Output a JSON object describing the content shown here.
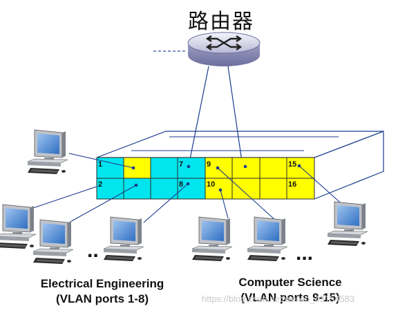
{
  "router": {
    "label": "路由器"
  },
  "switch": {
    "ports": [
      {
        "num": "1",
        "shown": true
      },
      {
        "num": "7",
        "shown": true
      },
      {
        "num": "9",
        "shown": true
      },
      {
        "num": "15",
        "shown": true
      },
      {
        "num": "2",
        "shown": true
      },
      {
        "num": "8",
        "shown": true
      },
      {
        "num": "10",
        "shown": true
      },
      {
        "num": "16",
        "shown": true
      }
    ]
  },
  "groups": {
    "ee": {
      "line1": "Electrical Engineering",
      "line2": "(VLAN ports 1-8)",
      "color": "#00e5ee"
    },
    "cs": {
      "line1": "Computer Science",
      "line2": "(VLAN ports 9-15)",
      "color": "#ffff00"
    }
  },
  "ellipsis": {
    "left": "..",
    "right": "..."
  },
  "watermark": "https://blog.csdn.net/weixin_43154583"
}
